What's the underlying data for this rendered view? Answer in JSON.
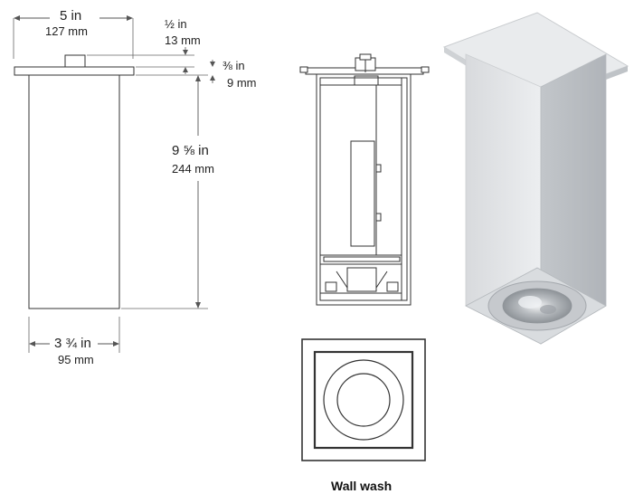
{
  "dimensions": {
    "width_in": "5 in",
    "width_mm": "127 mm",
    "top_cap_in": "½ in",
    "top_cap_mm": "13 mm",
    "flange_in": "⅜ in",
    "flange_mm": "9 mm",
    "height_in": "9 ⅝ in",
    "height_mm": "244 mm",
    "body_in": "3 ¾ in",
    "body_mm": "95 mm"
  },
  "caption": "Wall wash",
  "colors": {
    "line": "#333333",
    "dim_line": "#555555",
    "housing_light": "#e4e6e8",
    "housing_mid": "#c9ccd0",
    "housing_dark": "#a9adb2"
  }
}
